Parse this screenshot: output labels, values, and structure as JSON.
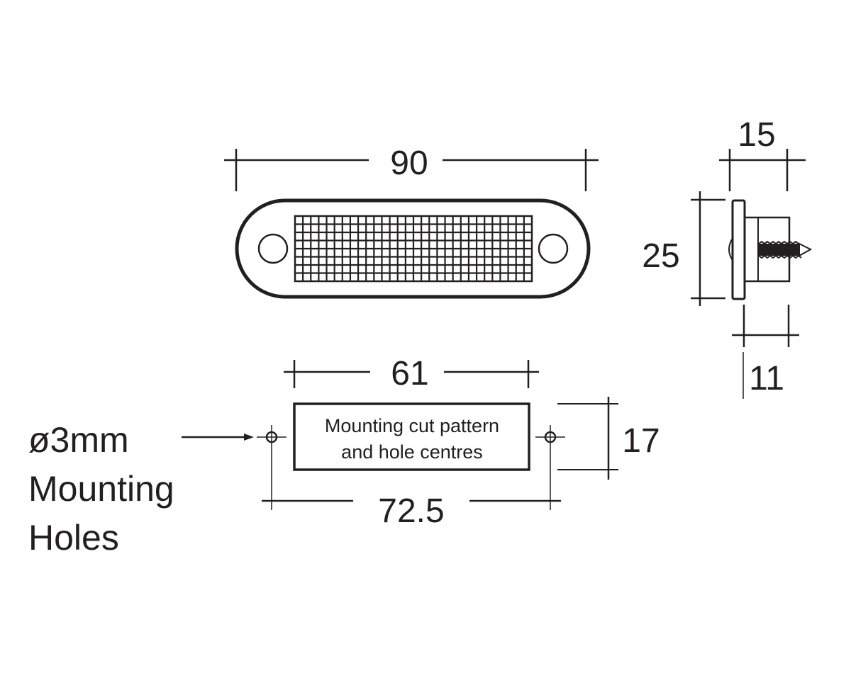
{
  "drawing": {
    "ink_color": "#231f20",
    "front_view": {
      "width_dim": "90",
      "grid_columns": 30,
      "grid_rows": 8
    },
    "side_view": {
      "depth_dim": "15",
      "height_dim": "25",
      "body_dim": "11"
    },
    "cutout": {
      "width_dim": "61",
      "height_dim": "17",
      "hole_spacing_dim": "72.5",
      "note_line1": "Mounting cut pattern",
      "note_line2": "and hole centres"
    },
    "hole_label": {
      "line1": "ø3mm",
      "line2": "Mounting",
      "line3": "Holes"
    }
  }
}
